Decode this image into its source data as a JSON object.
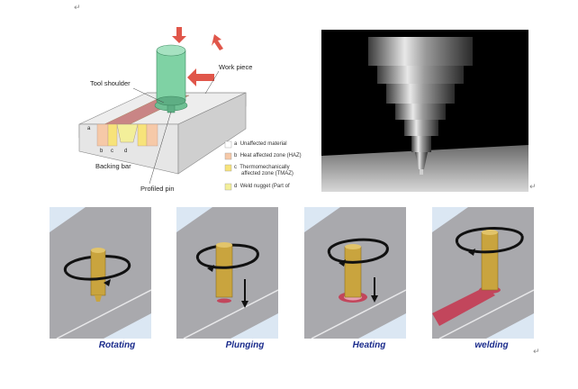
{
  "paragraph_mark": "↵",
  "schematic": {
    "labels": {
      "tool_shoulder": "Tool shoulder",
      "work_piece": "Work piece",
      "backing_bar": "Backing bar",
      "profiled_pin": "Profiled pin"
    },
    "region_letters": [
      "a",
      "b",
      "c",
      "d"
    ],
    "legend": [
      {
        "key": "a",
        "text": "Unaffected material",
        "color": "#ffffff"
      },
      {
        "key": "b",
        "text": "Heat affected zone (HAZ)",
        "color": "#f6c9a8"
      },
      {
        "key": "c",
        "text": "Thermomechanically",
        "text2": "affected zone (TMAZ)",
        "color": "#f7e37a"
      },
      {
        "key": "d",
        "text": "Weld nugget (Part of",
        "color": "#f3ef9a"
      }
    ],
    "colors": {
      "tool": "#7fd2a4",
      "arrow": "#e0564a",
      "plate": "#ededed",
      "weld": "#c98585"
    }
  },
  "steps": [
    {
      "caption": "Rotating"
    },
    {
      "caption": "Plunging"
    },
    {
      "caption": "Heating"
    },
    {
      "caption": "welding"
    }
  ],
  "colors": {
    "caption": "#1a2b8c",
    "panel_sky": "#dbe7f3",
    "plate": "#a9a9ad",
    "tool": "#c9a43e",
    "weld": "#c2465c"
  }
}
